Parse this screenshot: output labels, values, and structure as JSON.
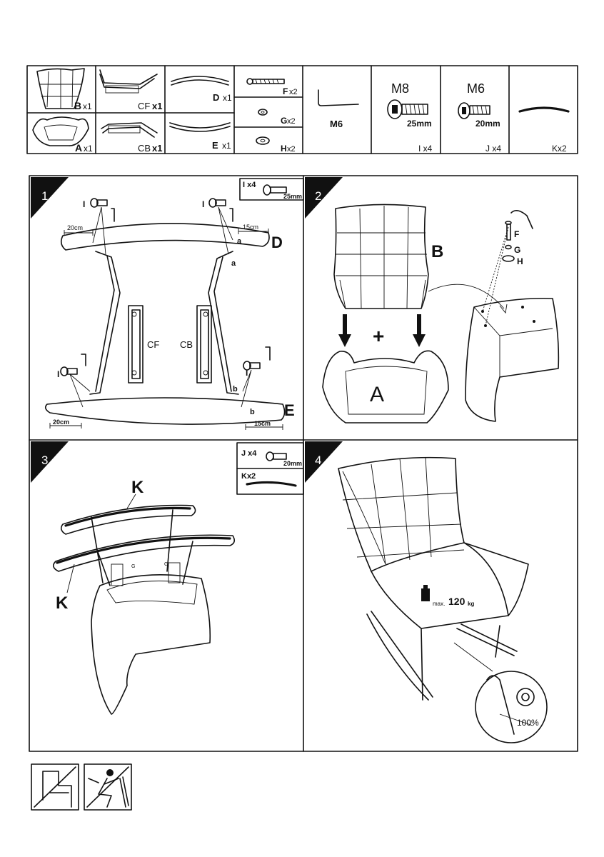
{
  "parts": {
    "B": {
      "letter": "B",
      "qty": "x1"
    },
    "A": {
      "letter": "A",
      "qty": "x1"
    },
    "CF": {
      "letter": "CF",
      "qty": "x1"
    },
    "CB": {
      "letter": "CB",
      "qty": "x1"
    },
    "D": {
      "letter": "D",
      "qty": "x1"
    },
    "E": {
      "letter": "E",
      "qty": "x1"
    },
    "F": {
      "letter": "F",
      "qty": "x2"
    },
    "G": {
      "letter": "G",
      "qty": "x2"
    },
    "H": {
      "letter": "H",
      "qty": "x2"
    },
    "hex_key": {
      "size": "M6"
    },
    "I": {
      "thread": "M8",
      "length": "25mm",
      "label": "I x4"
    },
    "J": {
      "thread": "M6",
      "length": "20mm",
      "label": "J x4"
    },
    "K": {
      "label": "Kx2"
    }
  },
  "steps": [
    {
      "number": "1",
      "badge_label": "I x4",
      "badge_length": "25mm",
      "label_D": "D",
      "label_E": "E",
      "label_CF": "CF",
      "label_CB": "CB",
      "label_I": "I",
      "label_a": "a",
      "label_b": "b",
      "dim_20": "20cm",
      "dim_15": "15cm"
    },
    {
      "number": "2",
      "label_B": "B",
      "label_A": "A",
      "plus": "+",
      "label_F": "F",
      "label_G": "G",
      "label_H": "H"
    },
    {
      "number": "3",
      "badge_j_label": "J x4",
      "badge_j_length": "20mm",
      "badge_k_label": "Kx2",
      "label_K": "K",
      "label_G": "G"
    },
    {
      "number": "4",
      "weight_prefix": "max.",
      "weight_value": "120",
      "weight_unit": "kg",
      "tighten": "100%"
    }
  ],
  "colors": {
    "ink": "#111111",
    "paper": "#ffffff"
  }
}
